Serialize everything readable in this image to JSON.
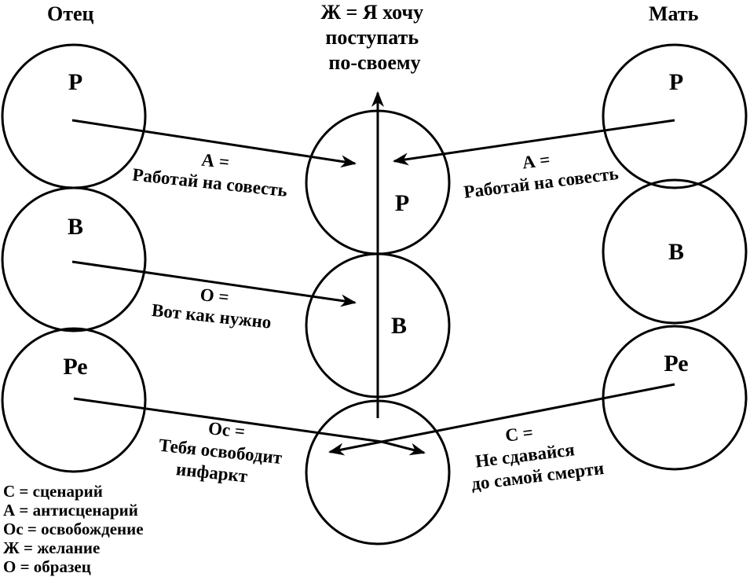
{
  "father": {
    "title": "Отец",
    "states": {
      "p": "Р",
      "b": "В",
      "re": "Ре"
    }
  },
  "mother": {
    "title": "Мать",
    "states": {
      "p": "Р",
      "b": "В",
      "re": "Ре"
    }
  },
  "child": {
    "states": {
      "p": "Р",
      "b": "В"
    },
    "desire": [
      "Ж = Я хочу",
      "поступать",
      "по-своему"
    ]
  },
  "messages": {
    "father_antiscript": [
      "А =",
      "Работай на совесть"
    ],
    "mother_antiscript": [
      "А =",
      "Работай на совесть"
    ],
    "father_pattern": [
      "О =",
      "Вот как нужно"
    ],
    "father_release": [
      "Ос =",
      "Тебя освободит",
      "инфаркт"
    ],
    "mother_script": [
      "С =",
      "Не сдавайся",
      "до самой смерти"
    ]
  },
  "legend": [
    "С = сценарий",
    "А = антисценарий",
    "Ос = освобождение",
    "Ж = желание",
    "О = образец"
  ],
  "colors": {
    "ink": "#000000",
    "paper": "#ffffff"
  }
}
